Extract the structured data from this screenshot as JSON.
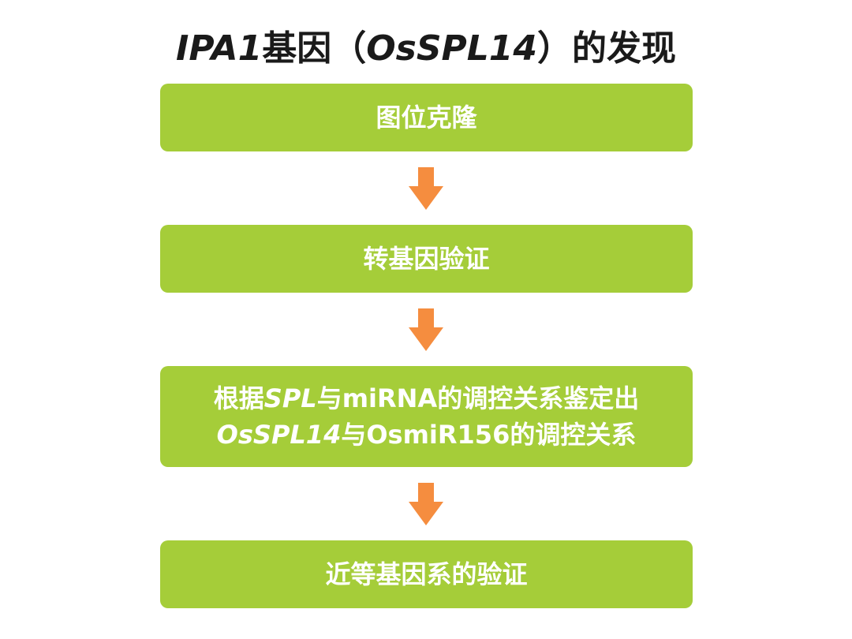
{
  "title": {
    "part1_italic": "IPA1",
    "part2": "基因（",
    "part3_italic": "OsSPL14",
    "part4": "）的发现"
  },
  "steps": [
    {
      "label": "图位克隆"
    },
    {
      "label": "转基因验证"
    },
    {
      "line1": {
        "a": "根据",
        "b_italic": "SPL",
        "c": "与miRNA的调控关系鉴定出"
      },
      "line2": {
        "a_italic": "OsSPL14",
        "b": "与OsmiR156的调控关系"
      }
    },
    {
      "label": "近等基因系的验证"
    }
  ],
  "arrows": [
    {
      "icon": "arrow-down-icon"
    },
    {
      "icon": "arrow-down-icon"
    },
    {
      "icon": "arrow-down-icon"
    }
  ],
  "colors": {
    "box_fill": "#a5cd39",
    "arrow_fill": "#f58d3f",
    "title_text": "#1a1a1a",
    "box_text": "#ffffff"
  }
}
